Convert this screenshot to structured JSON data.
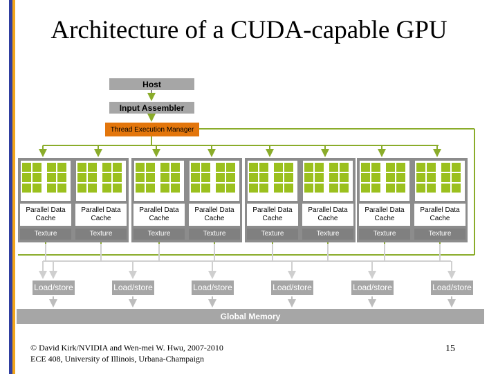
{
  "title": "Architecture of a CUDA-capable GPU",
  "host_label": "Host",
  "input_assembler_label": "Input Assembler",
  "thread_manager_label": "Thread Execution Manager",
  "multiprocessors": [
    {
      "cache_line1": "Parallel Data",
      "cache_line2": "Cache",
      "texture": "Texture"
    },
    {
      "cache_line1": "Parallel Data",
      "cache_line2": "Cache",
      "texture": "Texture"
    },
    {
      "cache_line1": "Parallel Data",
      "cache_line2": "Cache",
      "texture": "Texture"
    },
    {
      "cache_line1": "Parallel Data",
      "cache_line2": "Cache",
      "texture": "Texture"
    },
    {
      "cache_line1": "Parallel Data",
      "cache_line2": "Cache",
      "texture": "Texture"
    },
    {
      "cache_line1": "Parallel Data",
      "cache_line2": "Cache",
      "texture": "Texture"
    },
    {
      "cache_line1": "Parallel Data",
      "cache_line2": "Cache",
      "texture": "Texture"
    },
    {
      "cache_line1": "Parallel Data",
      "cache_line2": "Cache",
      "texture": "Texture"
    }
  ],
  "load_store_units": [
    "Load/store",
    "Load/store",
    "Load/store",
    "Load/store",
    "Load/store",
    "Load/store"
  ],
  "global_memory_label": "Global Memory",
  "credit_line1": "© David Kirk/NVIDIA and Wen-mei W. Hwu, 2007-2010",
  "credit_line2": "ECE 408, University of Illinois, Urbana-Champaign",
  "page_number": "15",
  "colors": {
    "accent_blue": "#2f3ea0",
    "accent_orange": "#f2a51a",
    "manager_orange": "#e3760c",
    "sp_green": "#9bc01e",
    "connector_green": "#8aac2a",
    "gray": "#a6a6a6"
  }
}
